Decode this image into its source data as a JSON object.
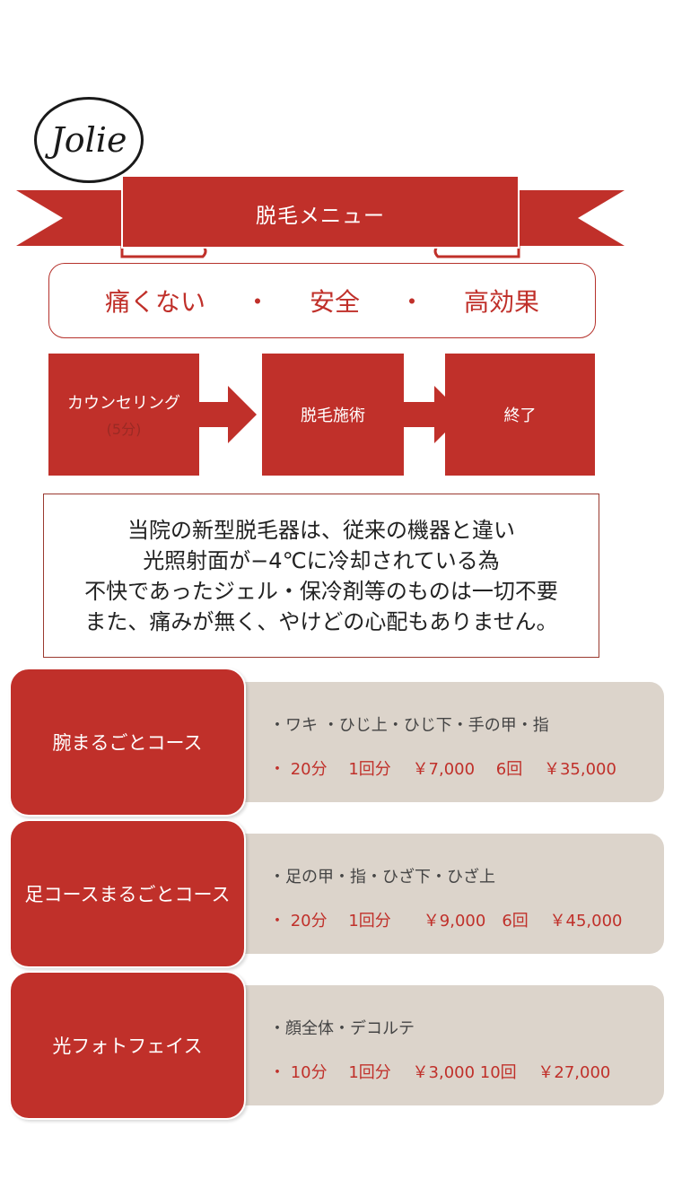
{
  "logo": {
    "text": "Jolie"
  },
  "banner": {
    "title": "脱毛メニュー"
  },
  "tagline": {
    "items": [
      "痛くない",
      "・",
      "安全",
      "・",
      "高効果"
    ]
  },
  "steps": [
    {
      "label": "カウンセリング",
      "sub": "(5分)"
    },
    {
      "label": "脱毛施術"
    },
    {
      "label": "終了"
    }
  ],
  "description": {
    "lines": [
      "当院の新型脱毛器は、従来の機器と違い",
      "光照射面が−4℃に冷却されている為",
      "不快であったジェル・保冷剤等のものは一切不要",
      "また、痛みが無く、やけどの心配もありません。"
    ]
  },
  "courses": [
    {
      "name": "腕まるごとコース",
      "areas": "・ワキ ・ひじ上・ひじ下・手の甲・指",
      "price": "・ 20分　 1回分　 ￥7,000　 6回　 ￥35,000"
    },
    {
      "name": "足コースまるごとコース",
      "areas": "・足の甲・指・ひざ下・ひざ上",
      "price": "・ 20分　 1回分　　￥9,000　6回　 ￥45,000"
    },
    {
      "name": "光フォトフェイス",
      "areas": "・顔全体・デコルテ",
      "price": "・ 10分　 1回分　 ￥3,000 10回　 ￥27,000"
    }
  ],
  "colors": {
    "accent": "#c0302a",
    "panel": "#dcd4cb"
  }
}
